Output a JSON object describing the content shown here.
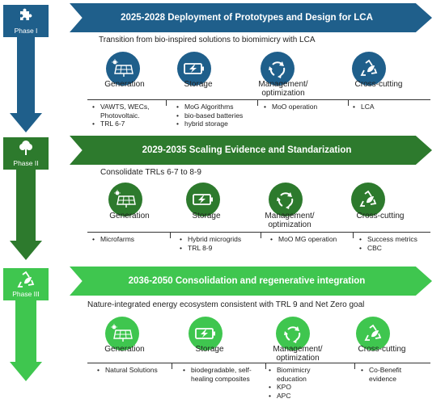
{
  "colors": {
    "phase1": "#1f5f8b",
    "phase2": "#2d7a2d",
    "phase3": "#3fc64f"
  },
  "phases": [
    {
      "label": "Phase I",
      "icon": "puzzle-icon",
      "banner": "2025-2028 Deployment of Prototypes and Design for LCA",
      "intro": "Transition from bio-inspired solutions to biomimicry with LCA",
      "categories": [
        {
          "label": "Generation",
          "icon": "solar-panel-icon"
        },
        {
          "label": "Storage",
          "icon": "battery-icon"
        },
        {
          "label": "Management/\noptimization",
          "icon": "cycle-arrows-icon"
        },
        {
          "label": "Cross-cutting",
          "icon": "recycle-leaf-icon"
        }
      ],
      "bullets": [
        [
          {
            "t": "VAWTS, WECs,"
          },
          {
            "t": "Photovoltaic.",
            "cont": true
          },
          {
            "t": "TRL 6-7"
          }
        ],
        [
          {
            "t": "MoG Algorithms"
          },
          {
            "t": "bio-based batteries"
          },
          {
            "t": "hybrid storage"
          }
        ],
        [
          {
            "t": "MoO operation"
          }
        ],
        [
          {
            "t": "LCA"
          }
        ]
      ]
    },
    {
      "label": "Phase II",
      "icon": "tree-icon",
      "banner": "2029-2035 Scaling Evidence and Standarization",
      "intro": "Consolidate TRLs 6-7 to 8-9",
      "categories": [
        {
          "label": "Generation",
          "icon": "solar-panel-icon"
        },
        {
          "label": "Storage",
          "icon": "battery-icon"
        },
        {
          "label": "Management/\noptimization",
          "icon": "cycle-arrows-icon"
        },
        {
          "label": "Cross-cutting",
          "icon": "recycle-leaf-icon"
        }
      ],
      "bullets": [
        [
          {
            "t": "Microfarms"
          }
        ],
        [
          {
            "t": "Hybrid microgrids"
          },
          {
            "t": "TRL 8-9"
          }
        ],
        [
          {
            "t": "MoO MG operation"
          }
        ],
        [
          {
            "t": "Success metrics"
          },
          {
            "t": "CBC"
          }
        ]
      ]
    },
    {
      "label": "Phase III",
      "icon": "recycle-leaf-icon",
      "banner": "2036-2050 Consolidation and regenerative integration",
      "intro": "Nature-integrated energy ecosystem consistent with TRL 9 and Net Zero goal",
      "categories": [
        {
          "label": "Generation",
          "icon": "solar-panel-icon"
        },
        {
          "label": "Storage",
          "icon": "battery-icon"
        },
        {
          "label": "Management/\noptimization",
          "icon": "cycle-arrows-icon"
        },
        {
          "label": "Cross-cutting",
          "icon": "recycle-leaf-icon"
        }
      ],
      "bullets": [
        [
          {
            "t": "Natural Solutions"
          }
        ],
        [
          {
            "t": "biodegradable, self-"
          },
          {
            "t": "healing composites",
            "cont": true
          }
        ],
        [
          {
            "t": "Biomimicry"
          },
          {
            "t": "education",
            "cont": true
          },
          {
            "t": "KPO"
          },
          {
            "t": "APC"
          }
        ],
        [
          {
            "t": "Co-Benefit"
          },
          {
            "t": "evidence",
            "cont": true
          }
        ]
      ]
    }
  ]
}
